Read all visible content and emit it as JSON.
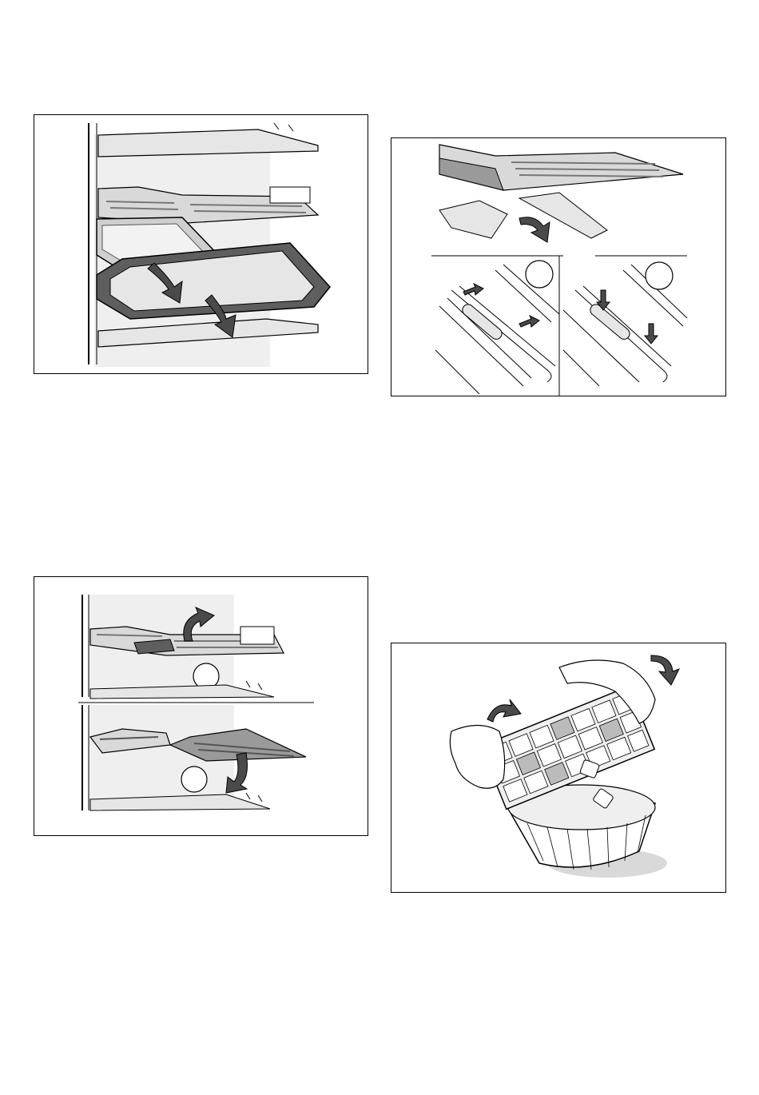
{
  "figures": [
    {
      "id": "trays",
      "alt": ""
    },
    {
      "id": "shelf-clips",
      "alt": ""
    },
    {
      "id": "shelf-adjust",
      "alt": ""
    },
    {
      "id": "ice-tray",
      "alt": ""
    }
  ],
  "colors": {
    "line": "#000000",
    "shelf": "#d9d9d9",
    "shelf_dark": "#9a9a9a",
    "arrow": "#4a4a4a",
    "wall": "#efefef",
    "pan_light": "#e6e6e6",
    "pan_dark": "#5e5e5e"
  }
}
